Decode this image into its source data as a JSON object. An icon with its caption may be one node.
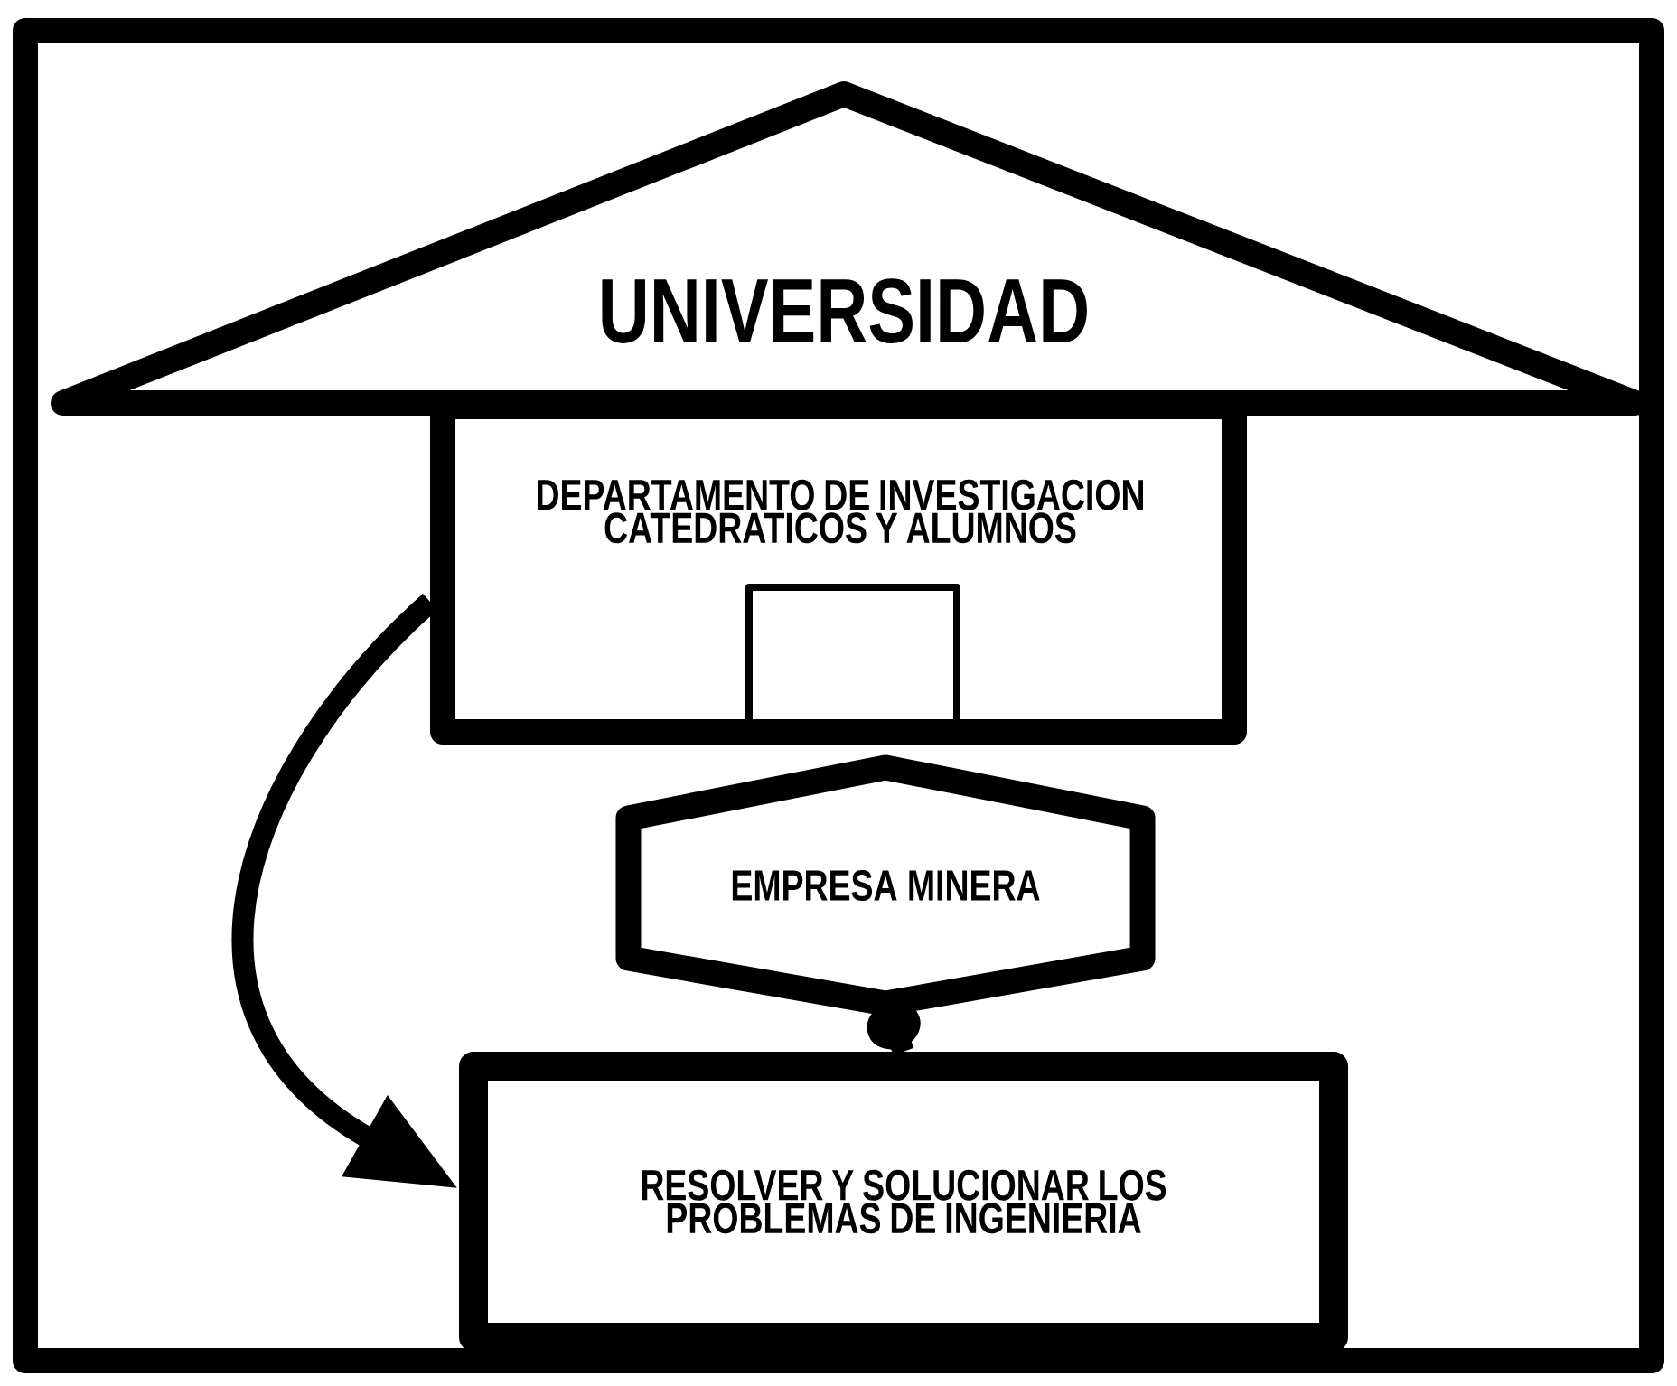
{
  "diagram": {
    "nodes": [
      {
        "text": [
          "UNIVERSIDAD"
        ]
      },
      {
        "text": [
          "DEPARTAMENTO DE INVESTIGACION CATEDRATICOS Y ALUMNOS"
        ]
      },
      {
        "text": [],
        "shape": "box",
        "in": 1
      },
      {
        "text": [
          "EMPRESA MINERA"
        ]
      },
      {
        "text": [
          "RESOLVER Y SOLUCIONAR LOS PROBLEMAS DE INGENIERIA"
        ]
      }
    ],
    "edges": [
      {
        "from": 1,
        "to": 4,
        "arrow": "to"
      },
      {
        "from": 3,
        "to": 4,
        "arrow": "other"
      }
    ]
  }
}
